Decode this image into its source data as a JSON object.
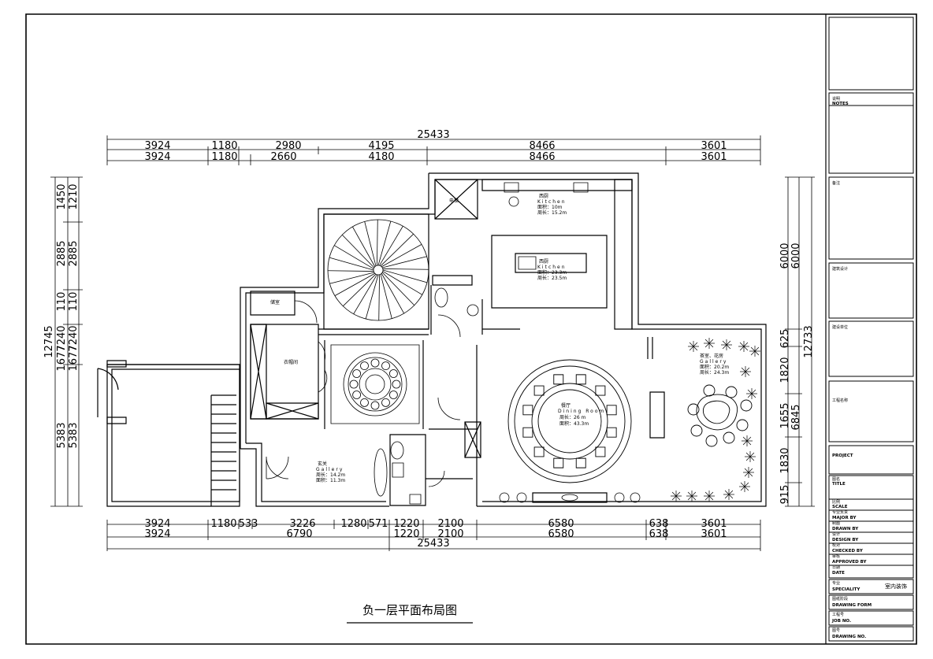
{
  "title": "负一层平面布局图",
  "dims_top": {
    "total": "25433",
    "row1": [
      "3924",
      "1180",
      "2980",
      "4195",
      "8466",
      "3601"
    ],
    "row2": [
      "3924",
      "1180",
      "2660",
      "4180",
      "8466",
      "3601"
    ]
  },
  "dims_bottom": {
    "total": "25433",
    "row1": [
      "3924",
      "1180",
      "533",
      "3226",
      "1280",
      "571",
      "1220",
      "2100",
      "6580",
      "638",
      "3601"
    ],
    "row2": [
      "3924",
      "6790",
      "1220",
      "2100",
      "6580",
      "638",
      "3601"
    ]
  },
  "dims_left": {
    "total": "12745",
    "col1": [
      "1450",
      "2885",
      "110",
      "7240",
      "5383"
    ],
    "col2": [
      "1210",
      "2885",
      "110",
      "7240",
      "5383"
    ],
    "col1b": [
      "1677"
    ],
    "col2b": [
      "1677"
    ]
  },
  "dims_right": {
    "total": "12733",
    "col1": [
      "6000",
      "625",
      "1820",
      "1655",
      "1830",
      "915"
    ],
    "col2": [
      "6000",
      "6845"
    ]
  },
  "rooms": {
    "elevator": "电梯",
    "kitchen1": {
      "name": "西厨",
      "en": "Kitchen",
      "area": "面积：10m",
      "perimeter": "周长：15.2m"
    },
    "kitchen2": {
      "name": "西厨",
      "en": "Kitchen",
      "area": "面积：23.3m",
      "perimeter": "周长：23.5m"
    },
    "dining": {
      "name": "餐厅",
      "en": "Dining Room",
      "area": "周长：26 m",
      "perimeter": "面积：43.3m"
    },
    "gallery": {
      "name": "茶室、花房",
      "en": "Gallery",
      "area": "面积：20.2m",
      "perimeter": "周长：24.3m"
    },
    "foyer": {
      "name": "玄关",
      "en": "Gallery",
      "area": "周长：14.2m",
      "perimeter": "面积：11.3m"
    },
    "storage": "储室",
    "wardrobe": "衣帽间"
  },
  "title_block": {
    "notes_cn": "说明",
    "notes": "NOTES",
    "box1": "备注",
    "box2": "建筑设计",
    "box3": "建设单位",
    "box4": "工程名称",
    "project": "PROJECT",
    "title_cn": "图名",
    "title_en": "TITLE",
    "scale_cn": "比例",
    "scale": "SCALE",
    "major_cn": "专业负责",
    "major": "MAJOR BY",
    "drawn_cn": "制图",
    "drawn": "DRAWN BY",
    "design_cn": "设计",
    "design": "DESIGN BY",
    "checked_cn": "校对",
    "checked": "CHECKED BY",
    "approved_cn": "审核",
    "approved": "APPROVED BY",
    "date_cn": "日期",
    "date": "DATE",
    "speciality_cn": "专业",
    "speciality": "SPECIALITY",
    "speciality_val": "室内装饰",
    "form_cn": "图纸阶段",
    "form": "DRAWING FORM",
    "job_cn": "工程号",
    "job": "JOB NO.",
    "dno_cn": "图号",
    "dno": "DRAWING NO."
  }
}
